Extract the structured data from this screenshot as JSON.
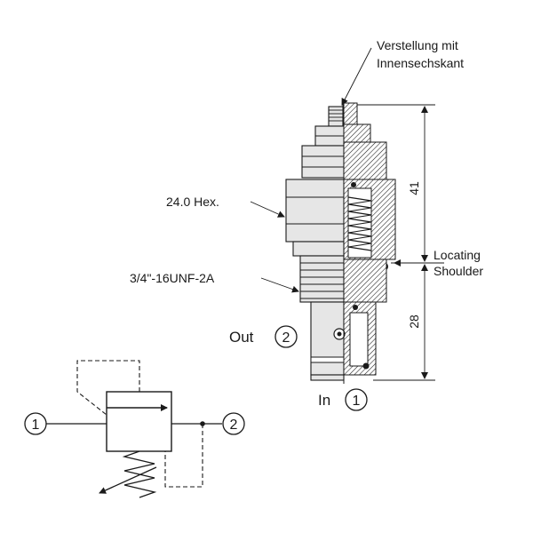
{
  "labels": {
    "adjust": [
      "Verstellung mit",
      "Innensechskant"
    ],
    "hex": "24.0 Hex.",
    "thread": "3/4\"-16UNF-2A",
    "locating": [
      "Locating",
      "Shoulder"
    ],
    "out": "Out",
    "in": "In",
    "port_out": "2",
    "port_in": "1",
    "dim_upper": "41",
    "dim_lower": "28"
  },
  "symbol": {
    "port_left": "1",
    "port_right": "2"
  },
  "icons": {
    "spring": "spring-icon",
    "adjust_arrow": "adjustable-arrow-icon"
  }
}
